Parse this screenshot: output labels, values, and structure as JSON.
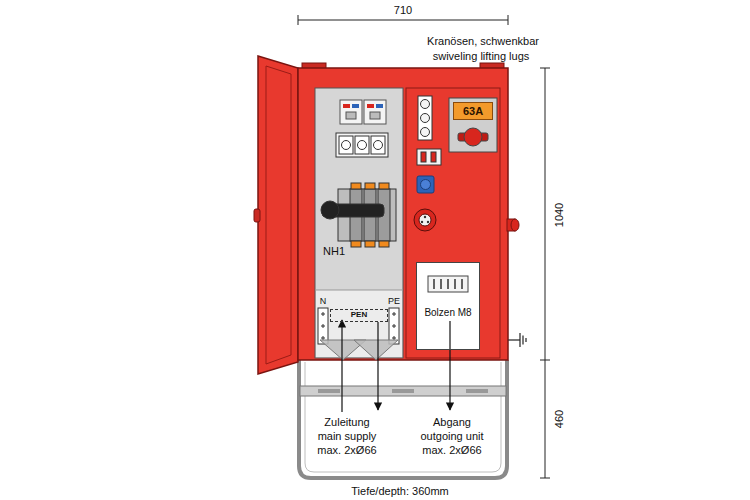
{
  "diagram": {
    "nodes": [
      {
        "text": [
          "63A"
        ]
      },
      {
        "text": [
          "Bolzen M8"
        ]
      },
      {
        "text": [
          "PEN"
        ]
      }
    ],
    "labels": [
      "710",
      "Kranösen, schwenkbar",
      "swiveling lifting lugs",
      "1040",
      "460",
      "NH1",
      "N",
      "PE",
      "Zuleitung",
      "main supply",
      "max. 2xØ66",
      "Abgang",
      "outgoing unit",
      "max. 2xØ66",
      "Tiefe/depth: 360mm"
    ]
  }
}
